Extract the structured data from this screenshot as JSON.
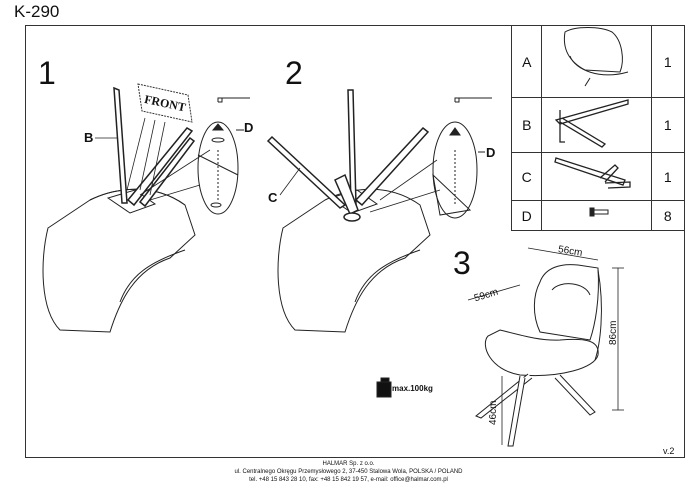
{
  "model": "K-290",
  "steps": [
    "1",
    "2",
    "3"
  ],
  "callouts": {
    "b": "B",
    "c": "C",
    "d1": "D",
    "d2": "D"
  },
  "front_label": "FRONT",
  "parts": [
    {
      "letter": "A",
      "qty": "1",
      "icon": "chair-seat-icon"
    },
    {
      "letter": "B",
      "qty": "1",
      "icon": "rear-leg-frame-icon"
    },
    {
      "letter": "C",
      "qty": "1",
      "icon": "front-leg-frame-icon"
    },
    {
      "letter": "D",
      "qty": "8",
      "icon": "bolt-icon"
    }
  ],
  "dimensions": {
    "width": "56cm",
    "depth": "59cm",
    "height": "86cm",
    "seat_height": "46cm"
  },
  "max_load": "max.100kg",
  "version": "v.2",
  "footer": [
    "HALMAR Sp. z o.o.",
    "ul. Centralnego Okręgu Przemysłowego 2, 37-450 Stalowa Wola, POLSKA / POLAND",
    "tel. +48 15 843 28 10, fax: +48 15 842 19 57, e-mail: office@halmar.com.pl"
  ]
}
